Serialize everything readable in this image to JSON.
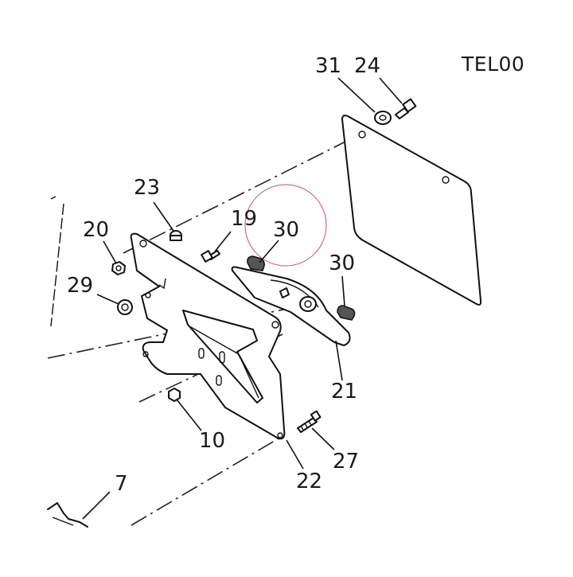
{
  "drawing": {
    "code": "TEL00",
    "callouts": {
      "c31": "31",
      "c24": "24",
      "c23": "23",
      "c19": "19",
      "c20": "20",
      "c30a": "30",
      "c30b": "30",
      "c29": "29",
      "c21": "21",
      "c10": "10",
      "c27": "27",
      "c22": "22",
      "c7": "7"
    },
    "colors": {
      "line": "#111111",
      "highlight_circle": "#c8506a"
    }
  }
}
